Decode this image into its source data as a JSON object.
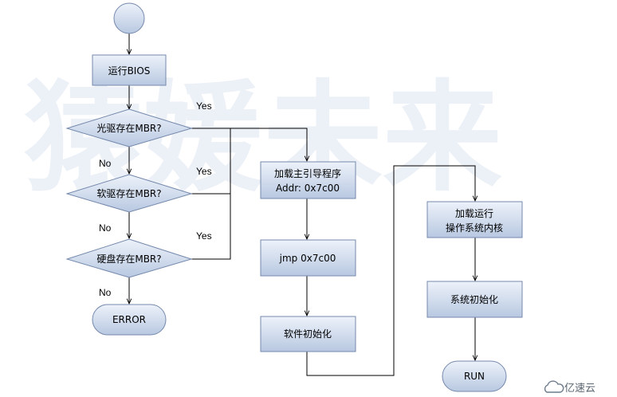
{
  "watermark": {
    "text": "猿媛未来"
  },
  "nodes": {
    "start": "",
    "run_bios": "运行BIOS",
    "cd_exists": "光驱存在MBR?",
    "floppy_exists": "软驱存在MBR?",
    "hdd_exists": "硬盘存在MBR?",
    "error": "ERROR",
    "load_boot_line1": "加载主引导程序",
    "load_boot_line2": "Addr: 0x7c00",
    "jmp": "jmp 0x7c00",
    "soft_init": "软件初始化",
    "load_os_line1": "加载运行",
    "load_os_line2": "操作系统内核",
    "sys_init": "系统初始化",
    "run": "RUN"
  },
  "edges": {
    "yes_1": "Yes",
    "yes_2": "Yes",
    "yes_3": "Yes",
    "no_1": "No",
    "no_2": "No",
    "no_3": "No"
  },
  "logo": {
    "text": "亿速云"
  },
  "colors": {
    "node_fill_top": "#e8eef8",
    "node_fill_bottom": "#b9c9e2",
    "node_stroke": "#7589ac",
    "line": "#000000",
    "watermark_red": "#f7dede",
    "watermark_blue": "#dde4f2"
  }
}
